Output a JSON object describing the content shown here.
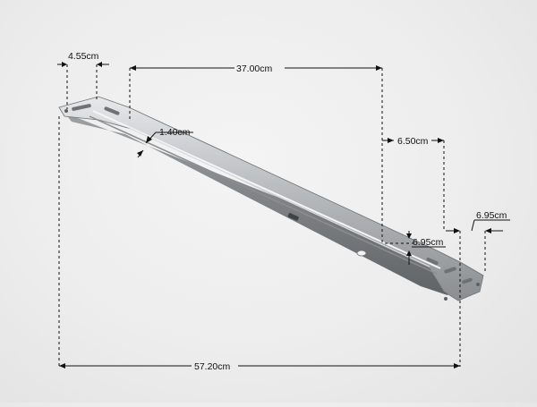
{
  "diagram": {
    "subject": "steel mounting bracket",
    "colors": {
      "background": "#ededed",
      "metal_light": "#c9cbcd",
      "metal_dark": "#7d8184",
      "annotation": "#111111"
    },
    "dimensions": {
      "end_width_left": "4.55cm",
      "slot_span": "37.00cm",
      "rib_width": "1.40cm",
      "end_offset": "6.50cm",
      "hole_spacing": "6.95cm",
      "end_width_right": "6.95cm",
      "overall_length": "57.20cm"
    }
  }
}
